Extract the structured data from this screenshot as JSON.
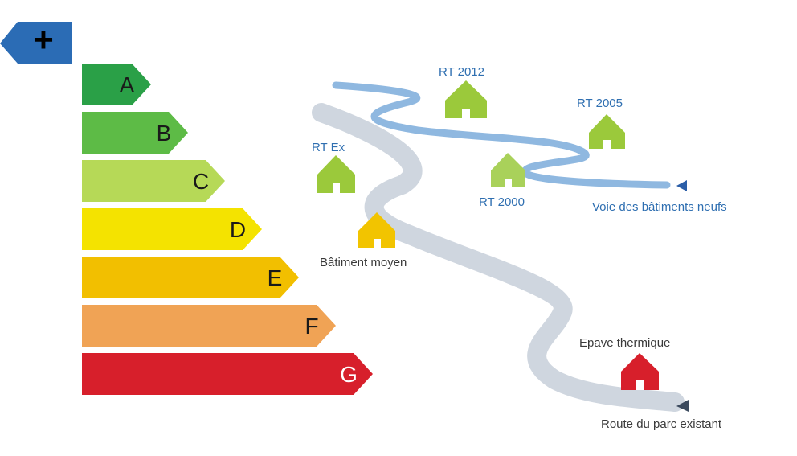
{
  "plus_symbol": "+",
  "energy_classes": [
    {
      "letter": "A",
      "color": "#2aa047",
      "text_color": "#1a1a1a"
    },
    {
      "letter": "B",
      "color": "#5dbb46",
      "text_color": "#1a1a1a"
    },
    {
      "letter": "C",
      "color": "#b6d957",
      "text_color": "#1a1a1a"
    },
    {
      "letter": "D",
      "color": "#f4e300",
      "text_color": "#1a1a1a"
    },
    {
      "letter": "E",
      "color": "#f2bf00",
      "text_color": "#1a1a1a"
    },
    {
      "letter": "F",
      "color": "#f0a355",
      "text_color": "#1a1a1a"
    },
    {
      "letter": "G",
      "color": "#d71f2b",
      "text_color": "#ffffff"
    }
  ],
  "houses": {
    "rt_2012": {
      "label": "RT 2012",
      "color": "#9bc93b"
    },
    "rt_2005": {
      "label": "RT 2005",
      "color": "#9bc93b"
    },
    "rt_ex": {
      "label": "RT Ex",
      "color": "#9bc93b"
    },
    "rt_2000": {
      "label": "RT 2000",
      "color": "#a9d15a"
    },
    "batiment_moyen": {
      "label": "Bâtiment moyen",
      "color": "#f2c400"
    },
    "epave_thermique": {
      "label": "Epave thermique",
      "color": "#d71f2b"
    }
  },
  "roads": {
    "new_buildings": {
      "label": "Voie des bâtiments neufs",
      "color": "#8fb8e0"
    },
    "existing_stock": {
      "label": "Route du parc existant",
      "color": "#cfd6df"
    }
  },
  "colors": {
    "plus_badge": "#2b6cb5",
    "blue_text": "#2f6fb1",
    "dark_text": "#3a3a3a",
    "new_road_arrow": "#2b5ea8",
    "existing_road_arrow": "#3b4a5e"
  }
}
